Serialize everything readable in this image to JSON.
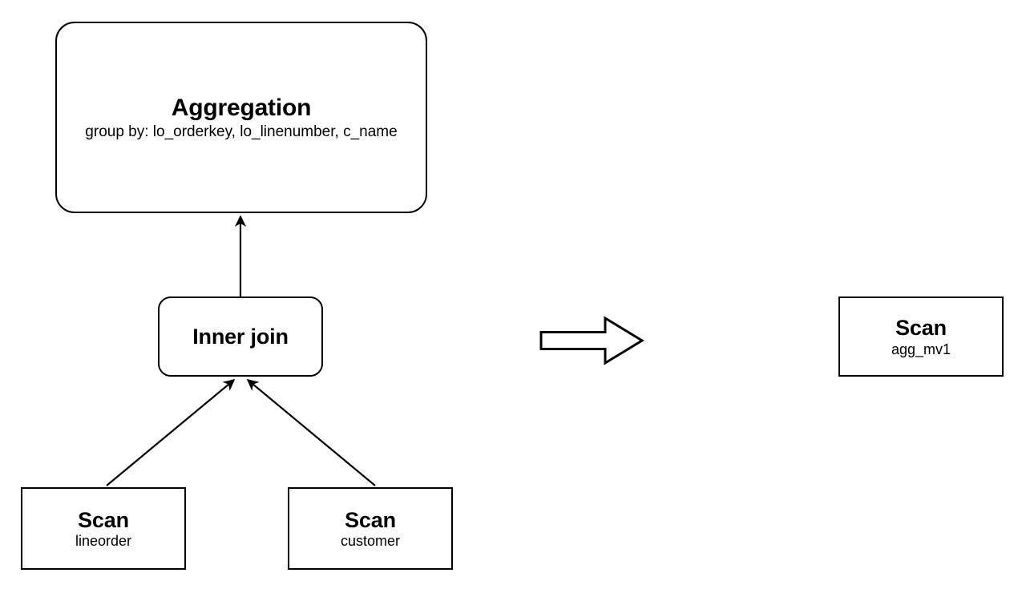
{
  "diagram": {
    "type": "query-plan-rewrite",
    "background_color": "#ffffff",
    "stroke_color": "#000000",
    "left_plan": {
      "name": "original-query-plan",
      "nodes": [
        {
          "id": "aggregation",
          "title": "Aggregation",
          "subtitle": "group by: lo_orderkey, lo_linenumber, c_name",
          "shape": "rounded-rectangle"
        },
        {
          "id": "inner-join",
          "title": "Inner join",
          "subtitle": "",
          "shape": "rounded-rectangle"
        },
        {
          "id": "scan-lineorder",
          "title": "Scan",
          "subtitle": "lineorder",
          "shape": "rectangle"
        },
        {
          "id": "scan-customer",
          "title": "Scan",
          "subtitle": "customer",
          "shape": "rectangle"
        }
      ],
      "edges": [
        {
          "from": "inner-join",
          "to": "aggregation",
          "style": "solid-arrow"
        },
        {
          "from": "scan-lineorder",
          "to": "inner-join",
          "style": "solid-arrow"
        },
        {
          "from": "scan-customer",
          "to": "inner-join",
          "style": "solid-arrow"
        }
      ]
    },
    "transform": {
      "id": "rewrite-arrow",
      "icon": "block-arrow-right-icon",
      "direction": "right",
      "fill": "none"
    },
    "right_plan": {
      "name": "rewritten-query-plan",
      "nodes": [
        {
          "id": "scan-agg-mv1",
          "title": "Scan",
          "subtitle": "agg_mv1",
          "shape": "rectangle"
        }
      ],
      "edges": []
    }
  }
}
